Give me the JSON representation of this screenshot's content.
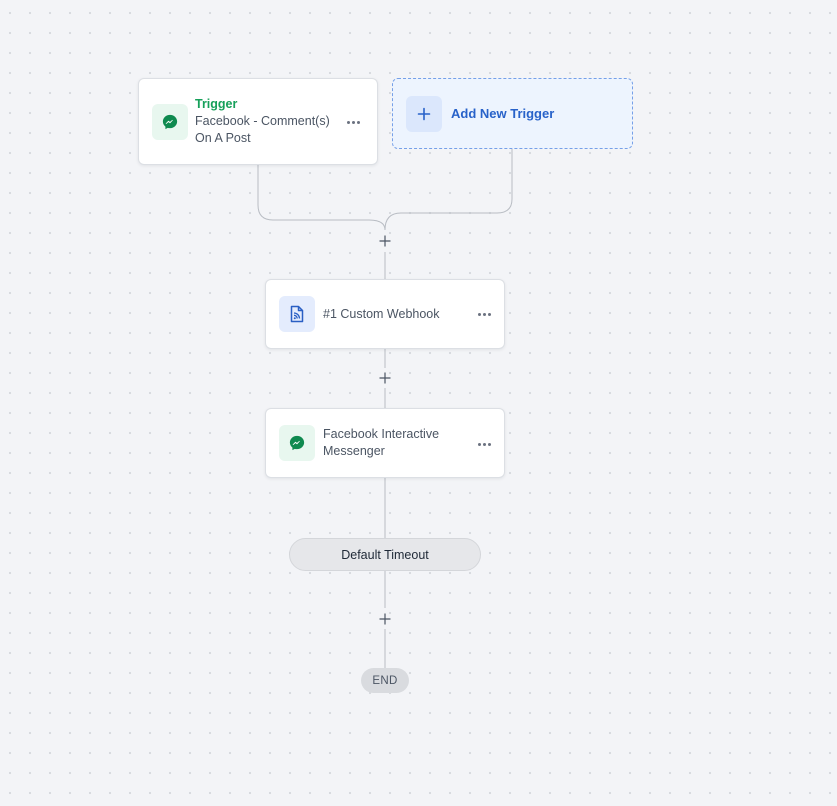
{
  "trigger_card": {
    "label": "Trigger",
    "line1": "Facebook - Comment(s)",
    "line2": "On A Post",
    "icon": "messenger-icon"
  },
  "add_trigger": {
    "label": "Add New Trigger",
    "icon": "plus-icon"
  },
  "steps": [
    {
      "label": "#1 Custom Webhook",
      "icon": "webhook-document-icon"
    },
    {
      "line1": "Facebook Interactive",
      "line2": "Messenger",
      "icon": "messenger-icon"
    }
  ],
  "timeout": {
    "label": "Default Timeout"
  },
  "end": {
    "label": "END"
  },
  "colors": {
    "accent_green": "#16a05a",
    "accent_blue": "#2862c9",
    "icon_green_bg": "#e8f7ef",
    "icon_blue_bg": "#e4ecfd",
    "connector": "#b8bcc3",
    "canvas": "#f3f4f7"
  }
}
